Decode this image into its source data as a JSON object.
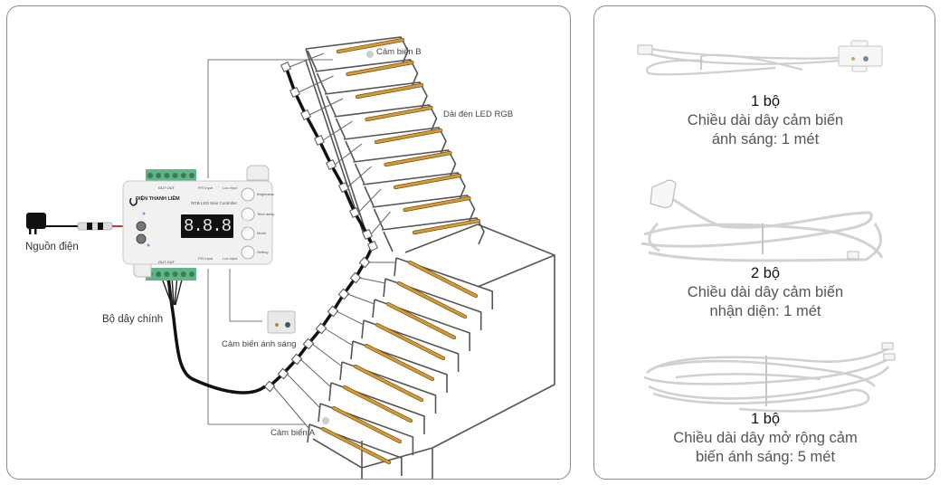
{
  "diagram": {
    "labels": {
      "power": "Nguồn điện",
      "main_wire": "Bộ dây chính",
      "light_sensor": "Cảm biến ánh sáng",
      "sensor_a": "Cảm biến A",
      "sensor_b": "Cảm biến B",
      "led_strip": "Dải đèn LED RGB"
    },
    "controller": {
      "brand": "ĐIỆN THANH LIÊM",
      "model_title": "RGB LED Stair Controller",
      "display": "8.8.8.8",
      "buttons": [
        "Brightness",
        "Time delay",
        "Mode",
        "Setting"
      ],
      "ports_top": [
        "P.R Input",
        "Lux Input"
      ],
      "ports_bottom": [
        "P.R Input",
        "Lux Input"
      ],
      "terminal_top_label": "OUT  OUT",
      "terminal_bottom_label": "OUT  OUT"
    },
    "colors": {
      "led_strip": "#d99a32",
      "stair_line": "#555555",
      "wire": "#111111",
      "terminal": "#5fb585"
    }
  },
  "accessories": [
    {
      "quantity": "1 bộ",
      "description_line1": "Chiều dài dây cảm biến",
      "description_line2": "ánh sáng: 1 mét",
      "icon": "light-sensor-cable"
    },
    {
      "quantity": "2 bộ",
      "description_line1": "Chiều dài dây cảm biến",
      "description_line2": "nhận diện: 1 mét",
      "icon": "motion-sensor-cable"
    },
    {
      "quantity": "1 bộ",
      "description_line1": "Chiều dài dây mở rộng cảm",
      "description_line2": "biến ánh sáng: 5 mét",
      "icon": "extension-cable"
    }
  ]
}
